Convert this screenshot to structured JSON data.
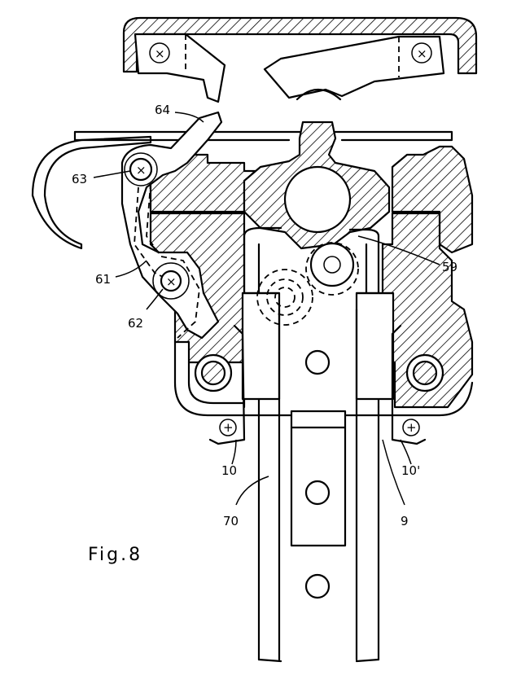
{
  "figure": {
    "caption": "Fig.8"
  },
  "labels": {
    "l64": "64",
    "l63": "63",
    "l61": "61",
    "l62": "62",
    "l59": "59",
    "l10": "10",
    "l10p": "10'",
    "l70": "70",
    "l9": "9"
  }
}
